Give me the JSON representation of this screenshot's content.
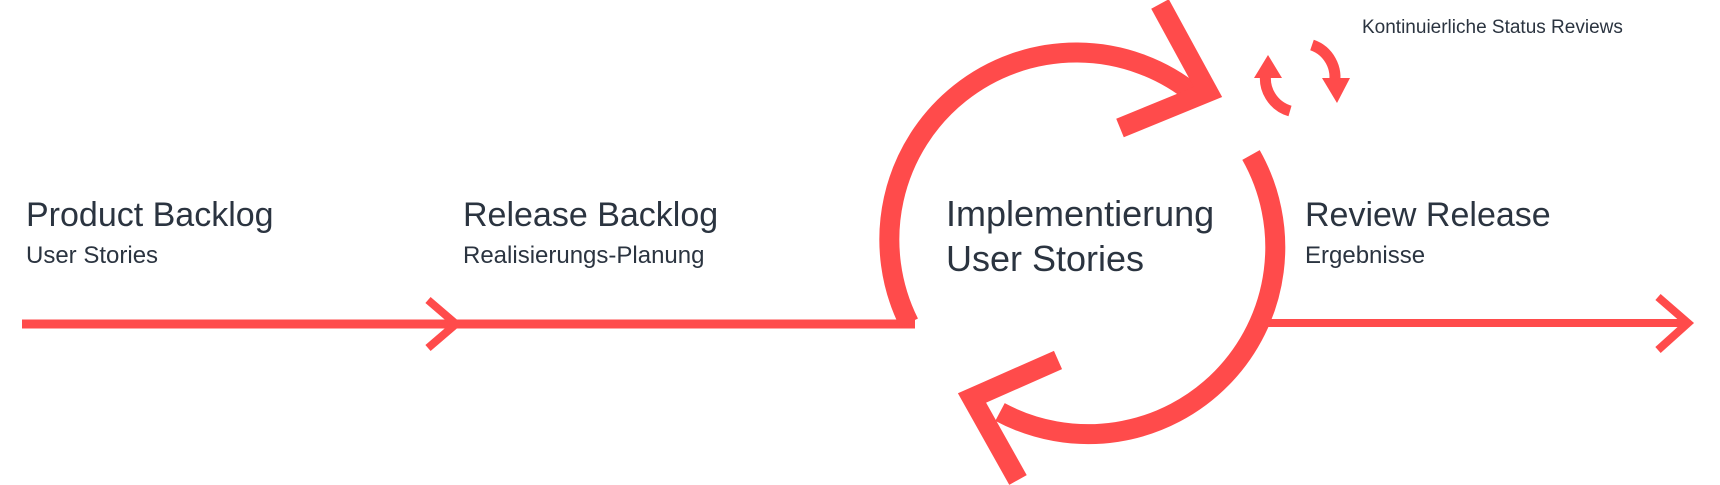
{
  "colors": {
    "accent": "#ff4b4b",
    "text": "#2b3440"
  },
  "stages": [
    {
      "title": "Product Backlog",
      "subtitle": "User Stories"
    },
    {
      "title": "Release Backlog",
      "subtitle": "Realisierungs-Planung"
    },
    {
      "title": "Implementierung",
      "subtitle": "User Stories"
    },
    {
      "title": "Review Release",
      "subtitle": "Ergebnisse"
    }
  ],
  "cycle_label": "Kontinuierliche Status Reviews",
  "icons": [
    "arrow-right-icon",
    "cycle-arrows-icon",
    "refresh-icon"
  ]
}
